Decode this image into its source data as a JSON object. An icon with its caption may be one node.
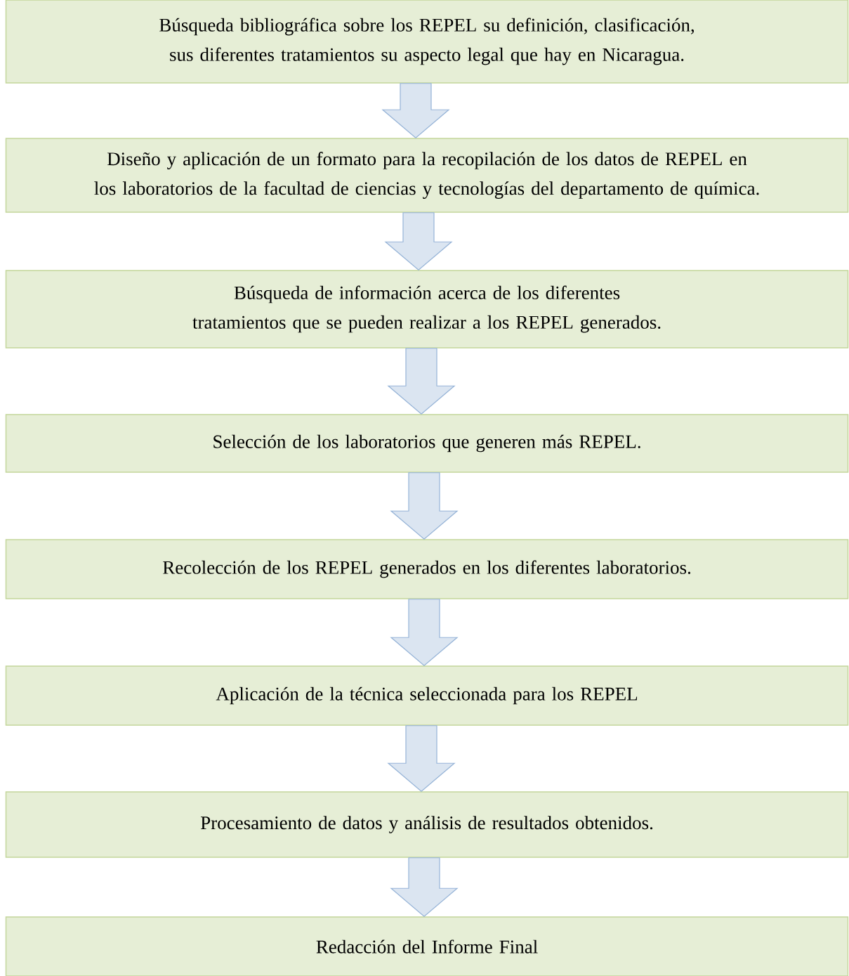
{
  "diagram": {
    "nodes": [
      {
        "text": [
          "Búsqueda bibliográfica sobre los REPEL su definición, clasificación, sus diferentes tratamientos su aspecto legal que hay en Nicaragua."
        ]
      },
      {
        "text": [
          "Diseño y aplicación de un formato para la recopilación de los datos de REPEL en los laboratorios de la facultad de ciencias y tecnologías del departamento de química."
        ]
      },
      {
        "text": [
          "Búsqueda de información acerca de los diferentes tratamientos que se pueden realizar a los REPEL generados."
        ]
      },
      {
        "text": [
          "Selección de los laboratorios que generen más REPEL."
        ]
      },
      {
        "text": [
          "Recolección de los REPEL generados en los diferentes laboratorios."
        ]
      },
      {
        "text": [
          "Aplicación de la técnica seleccionada para los REPEL"
        ]
      },
      {
        "text": [
          "Procesamiento de datos y análisis de resultados obtenidos."
        ]
      },
      {
        "text": [
          "Redacción del Informe Final"
        ]
      }
    ],
    "edges": [
      {
        "from": 0,
        "to": 1,
        "arrow": "to"
      },
      {
        "from": 1,
        "to": 2,
        "arrow": "to"
      },
      {
        "from": 2,
        "to": 3,
        "arrow": "to"
      },
      {
        "from": 3,
        "to": 4,
        "arrow": "to"
      },
      {
        "from": 4,
        "to": 5,
        "arrow": "to"
      },
      {
        "from": 5,
        "to": 6,
        "arrow": "to"
      },
      {
        "from": 6,
        "to": 7,
        "arrow": "to"
      }
    ]
  }
}
